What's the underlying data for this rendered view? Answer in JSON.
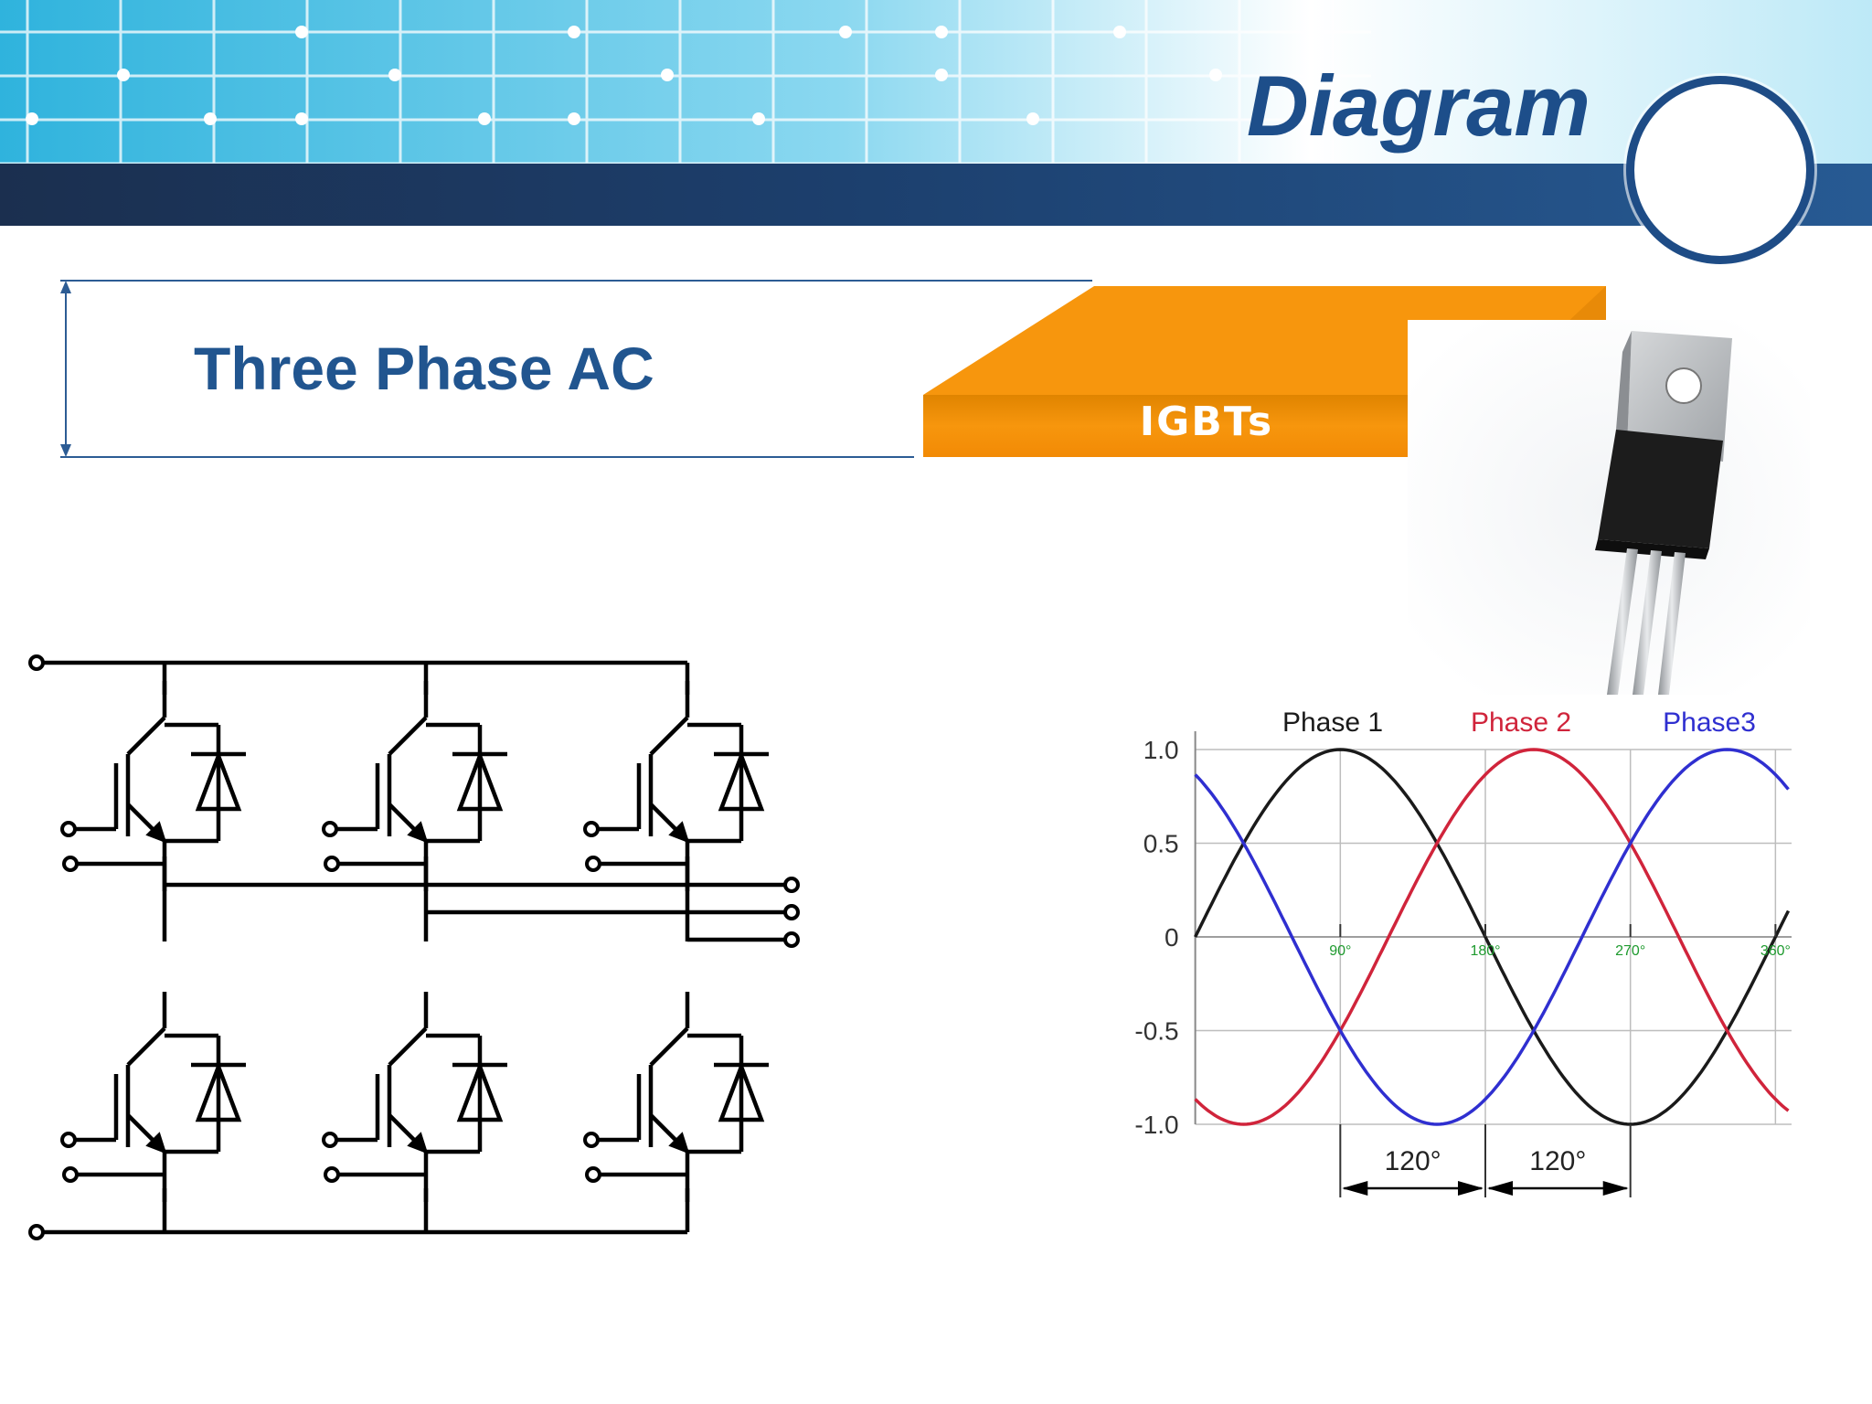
{
  "slide": {
    "title": "Diagram",
    "subtitle": "Three Phase AC",
    "tab_label": "IGBTs"
  },
  "colors": {
    "title": "#1d4e8a",
    "band": "#1c3f6d",
    "tab": "#f7960d",
    "phase1": "#1a1a1a",
    "phase2": "#d0243b",
    "phase3": "#2f2fd0",
    "degree_marks": "#1e9a2e"
  },
  "chart_data": {
    "type": "line",
    "x_unit": "degrees",
    "xlim": [
      -10,
      370
    ],
    "ylim": [
      -1.0,
      1.0
    ],
    "y_ticks": [
      "1.0",
      "0.5",
      "0",
      "-0.5",
      "-1.0"
    ],
    "y_tick_values": [
      1.0,
      0.5,
      0,
      -0.5,
      -1.0
    ],
    "x_ticks": [
      "90°",
      "180°",
      "270°",
      "360°"
    ],
    "x_tick_values": [
      90,
      180,
      270,
      360
    ],
    "grid": true,
    "legend": "top",
    "series": [
      {
        "name": "Phase 1",
        "phase_shift_deg": 0,
        "color": "#1a1a1a"
      },
      {
        "name": "Phase 2",
        "phase_shift_deg": 120,
        "color": "#d0243b"
      },
      {
        "name": "Phase3",
        "phase_shift_deg": 240,
        "color": "#2f2fd0"
      }
    ],
    "annotations": [
      {
        "label": "120°",
        "from_deg": 90,
        "to_deg": 180
      },
      {
        "label": "120°",
        "from_deg": 180,
        "to_deg": 270
      }
    ]
  }
}
